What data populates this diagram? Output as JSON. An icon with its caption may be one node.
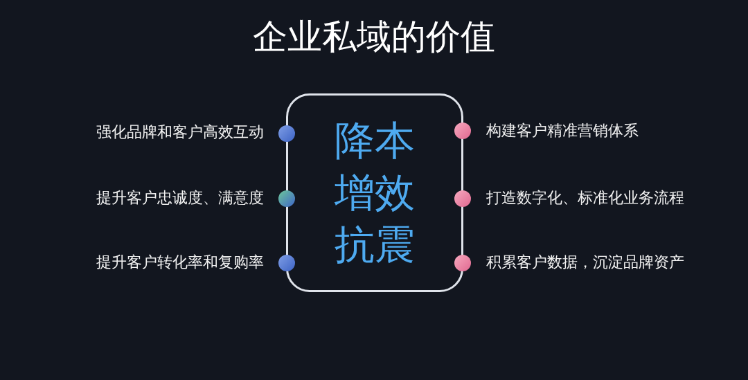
{
  "diagram": {
    "title": "企业私域的价值",
    "nodes": [
      {
        "text": [
          "降本增效抗震"
        ]
      }
    ],
    "labels": [
      "强化品牌和客户高效互动",
      "提升客户忠诚度、满意度",
      "提升客户转化率和复购率",
      "构建客户精准营销体系",
      "打造数字化、标准化业务流程",
      "积累客户数据，沉淀品牌资产"
    ]
  }
}
